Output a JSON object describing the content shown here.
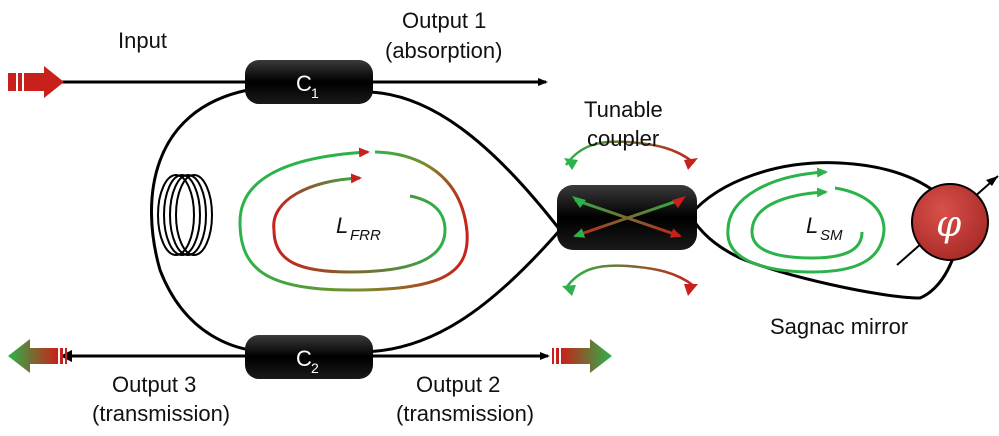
{
  "labels": {
    "input": "Input",
    "output1_line1": "Output 1",
    "output1_line2": "(absorption)",
    "output2_line1": "Output 2",
    "output2_line2": "(transmission)",
    "output3_line1": "Output 3",
    "output3_line2": "(transmission)",
    "tunable_line1": "Tunable",
    "tunable_line2": "coupler",
    "sagnac": "Sagnac mirror"
  },
  "couplers": {
    "c1_main": "C",
    "c1_sub": "1",
    "c2_main": "C",
    "c2_sub": "2"
  },
  "loops": {
    "frr_main": "L",
    "frr_sub": "FRR",
    "sm_main": "L",
    "sm_sub": "SM"
  },
  "phase_symbol": "φ",
  "colors": {
    "red": "#c8211b",
    "green": "#2bb34a",
    "fiber": "#000000",
    "phase_fill": "#b8312f"
  },
  "icons": [
    "arrow-icon",
    "fiber-coil-icon",
    "phase-shifter-icon"
  ]
}
